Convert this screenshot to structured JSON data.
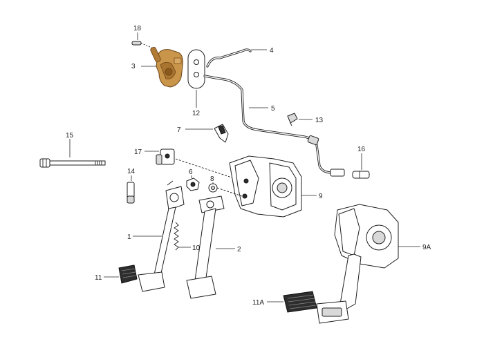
{
  "diagram": {
    "colors": {
      "line": "#1e1e1e",
      "background": "#ffffff",
      "highlight": "#c9954a",
      "highlight_shadow": "#8a5a1c"
    },
    "callouts": {
      "c18": "18",
      "c3": "3",
      "c4": "4",
      "c5": "5",
      "c12": "12",
      "c13": "13",
      "c7": "7",
      "c15": "15",
      "c16": "16",
      "c17": "17",
      "c14": "14",
      "c6": "6",
      "c8": "8",
      "c9": "9",
      "c1": "1",
      "c10": "10",
      "c2": "2",
      "c9A": "9A",
      "c11": "11",
      "c11A": "11A"
    }
  }
}
